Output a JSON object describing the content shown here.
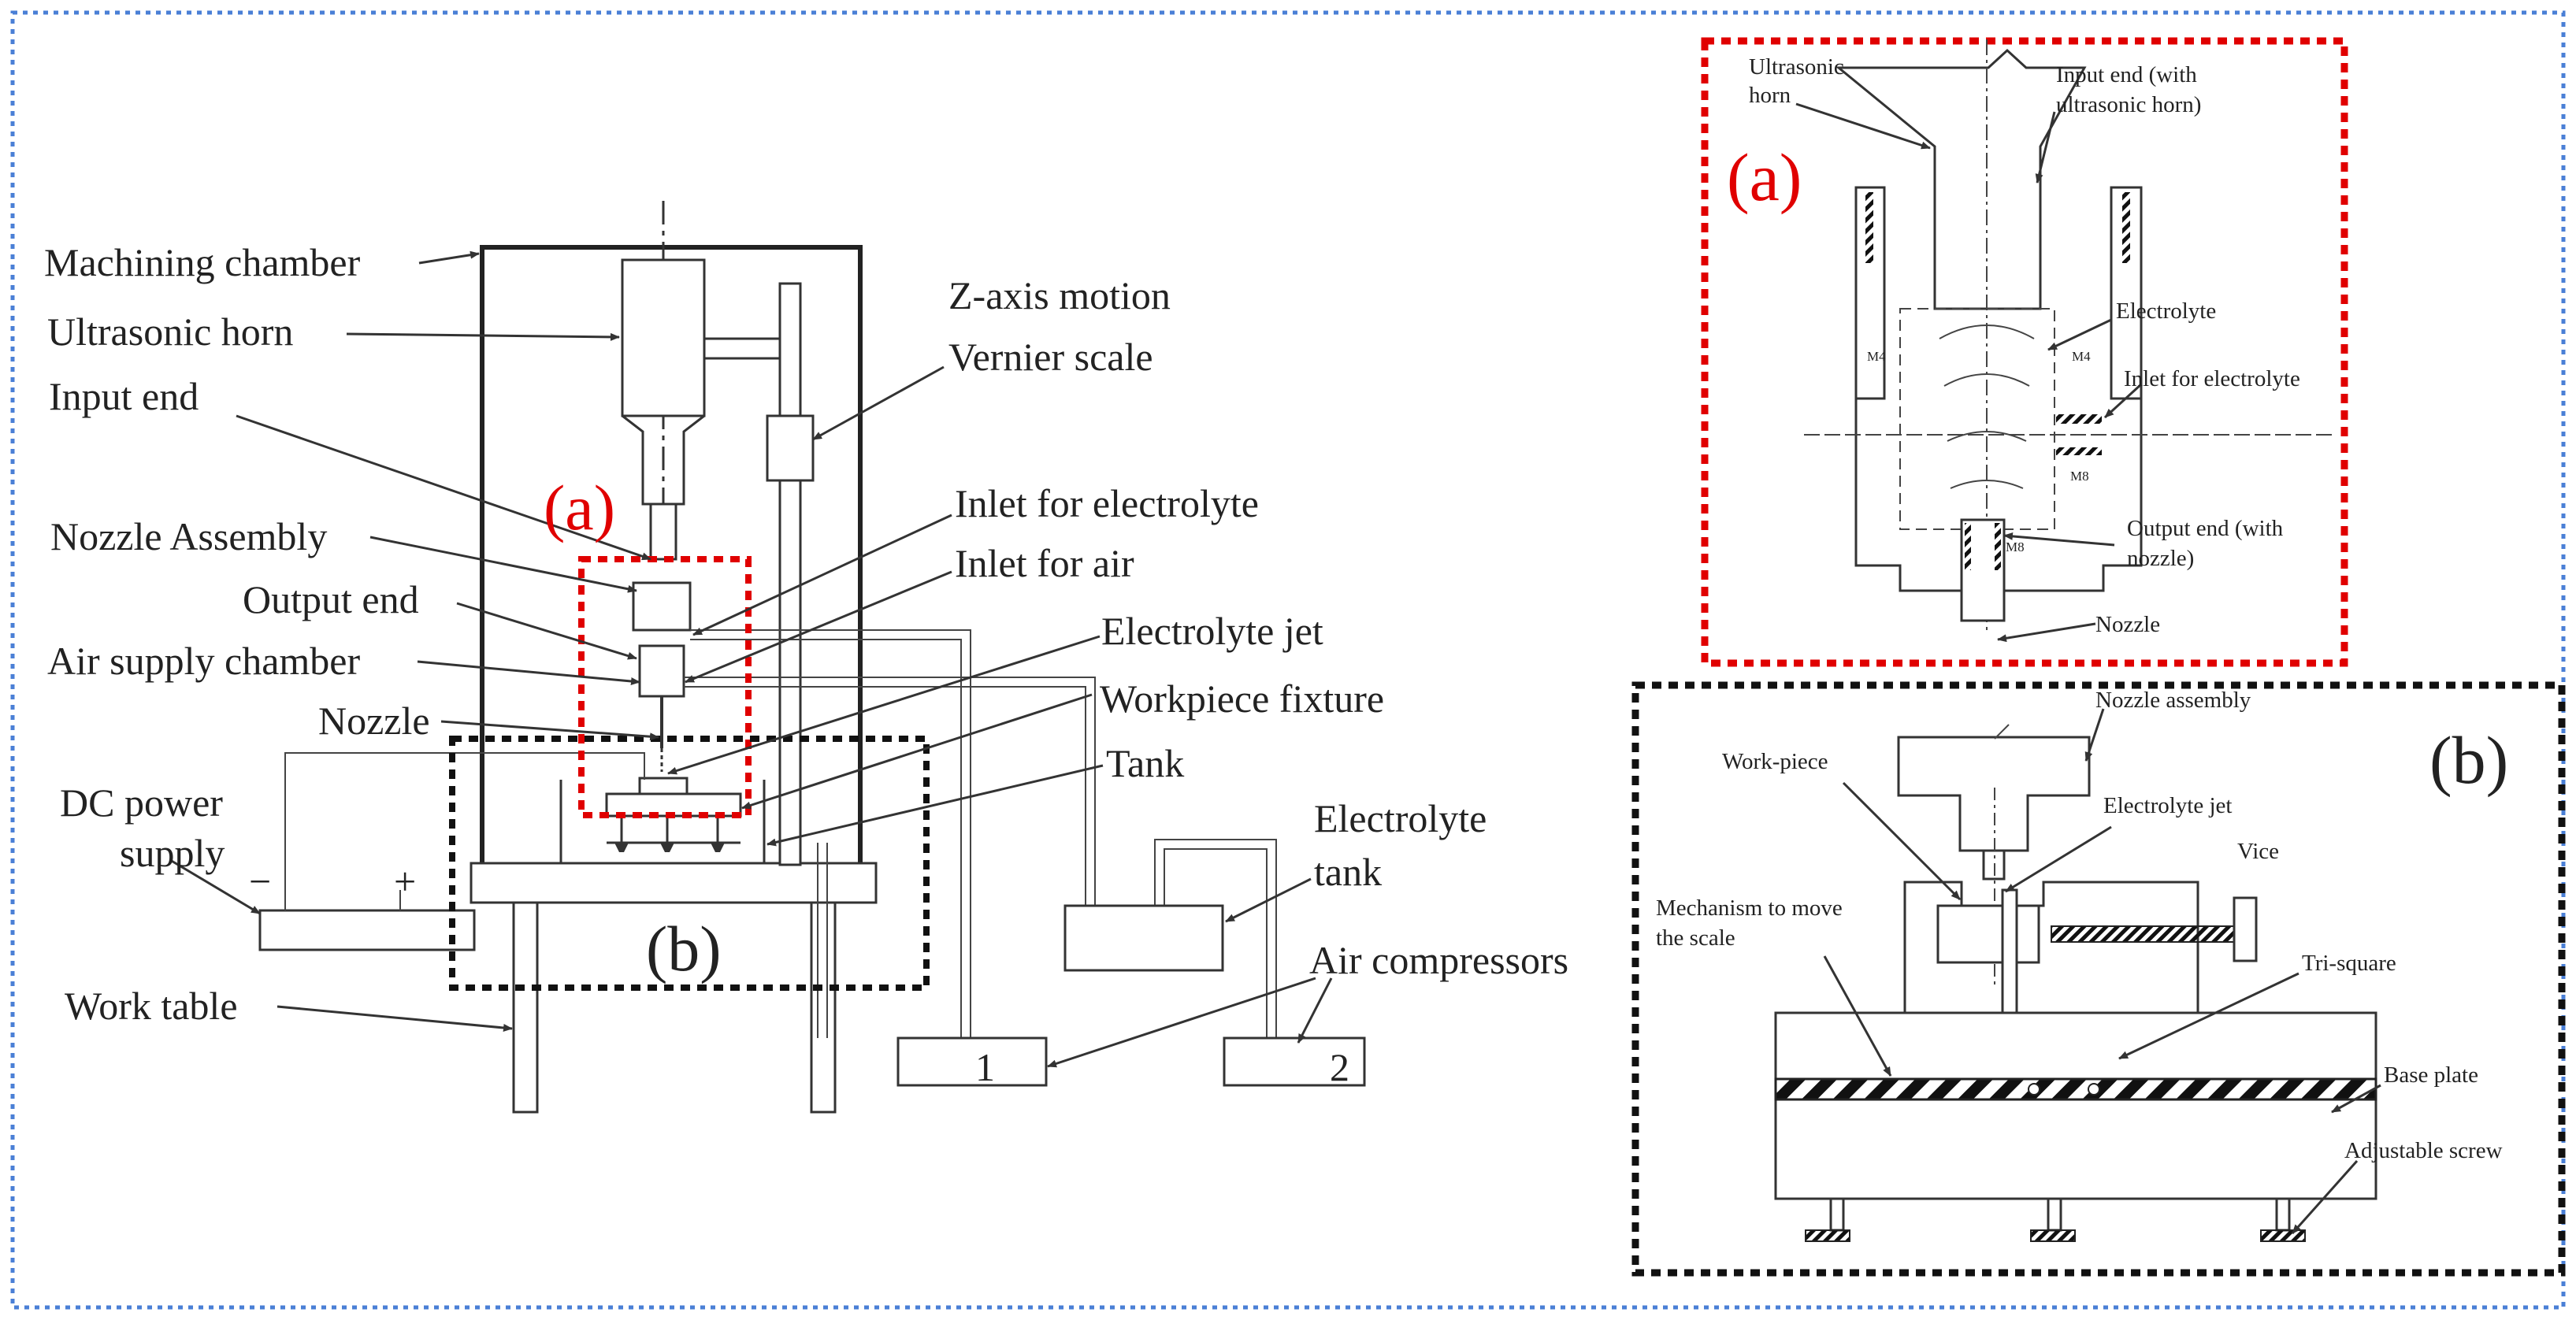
{
  "colors": {
    "frame": "#4a7fd6",
    "detail_a": "#e00000",
    "detail_b": "#111111",
    "line": "#333333"
  },
  "main": {
    "labels": {
      "machining_chamber": "Machining chamber",
      "ultrasonic_horn": "Ultrasonic horn",
      "input_end": "Input end",
      "nozzle_assembly": "Nozzle Assembly",
      "output_end": "Output end",
      "air_supply_chamber": "Air supply chamber",
      "nozzle": "Nozzle",
      "dc_power_line1": "DC power",
      "dc_power_line2": "supply",
      "minus": "−",
      "plus": "+",
      "work_table": "Work table",
      "z_axis_line1": "Z-axis motion",
      "z_axis_line2": "Vernier scale",
      "inlet_electrolyte": "Inlet for electrolyte",
      "inlet_air": "Inlet for air",
      "electrolyte_jet": "Electrolyte jet",
      "workpiece_fixture": "Workpiece fixture",
      "tank": "Tank",
      "electrolyte_tank_line1": "Electrolyte",
      "electrolyte_tank_line2": "tank",
      "air_compressors": "Air compressors",
      "compressor_1": "1",
      "compressor_2": "2",
      "tag_a": "(a)",
      "tag_b": "(b)"
    }
  },
  "detail_a": {
    "tag": "(a)",
    "labels": {
      "ultrasonic_horn_line1": "Ultrasonic",
      "ultrasonic_horn_line2": "horn",
      "input_end_line1": "Input end (with",
      "input_end_line2": "ultrasonic horn)",
      "electrolyte": "Electrolyte",
      "inlet_electrolyte": "Inlet for electrolyte",
      "output_end_line1": "Output end (with",
      "output_end_line2": "nozzle)",
      "nozzle": "Nozzle",
      "m4_left": "M4",
      "m4_right": "M4",
      "m8_right": "M8",
      "m8_nozzle": "M8"
    }
  },
  "detail_b": {
    "tag": "(b)",
    "labels": {
      "nozzle_assembly": "Nozzle assembly",
      "work_piece": "Work-piece",
      "electrolyte_jet": "Electrolyte jet",
      "vice": "Vice",
      "mechanism_line1": "Mechanism to move",
      "mechanism_line2": "the scale",
      "tri_square": "Tri-square",
      "base_plate": "Base plate",
      "adjustable_screw": "Adjustable screw"
    }
  }
}
